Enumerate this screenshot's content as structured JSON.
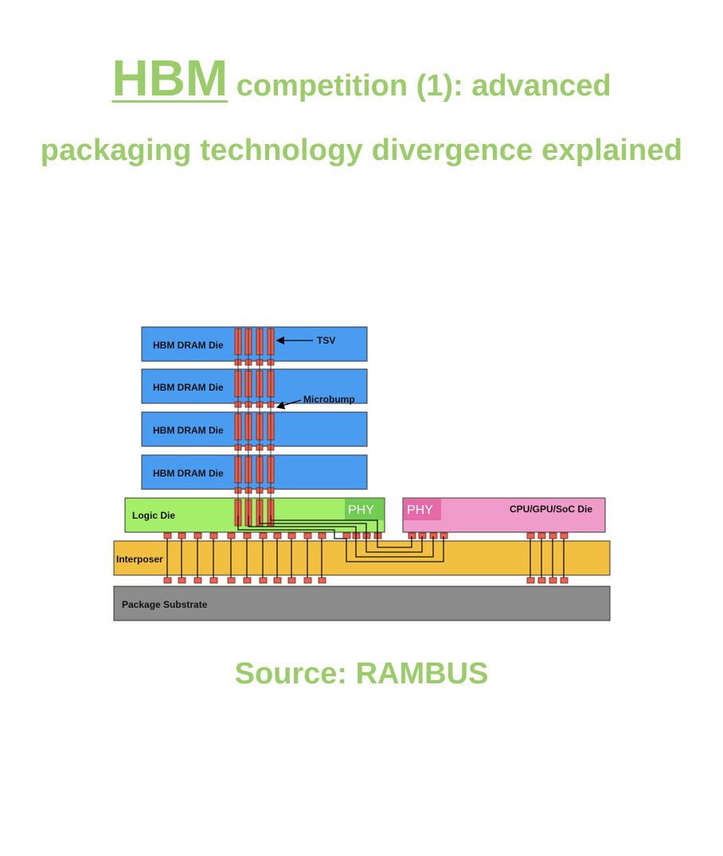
{
  "title": {
    "highlight": "HBM",
    "line1_rest": "competition (1): advanced",
    "line2": "packaging technology divergence explained"
  },
  "diagram": {
    "dram_label": "HBM DRAM Die",
    "tsv_label": "TSV",
    "microbump_label": "Microbump",
    "logic_label": "Logic Die",
    "phy_left": "PHY",
    "phy_right": "PHY",
    "cpu_label": "CPU/GPU/SoC Die",
    "interposer_label": "Interposer",
    "substrate_label": "Package Substrate",
    "colors": {
      "dram": "#4a9cf0",
      "logic": "#a4ef6a",
      "phy_left": "#71cc52",
      "cpu": "#f09ccb",
      "phy_right": "#e46aa8",
      "interposer": "#f2c040",
      "substrate": "#8c8c8c",
      "tsv": "#e8624e"
    }
  },
  "source": "Source: RAMBUS"
}
